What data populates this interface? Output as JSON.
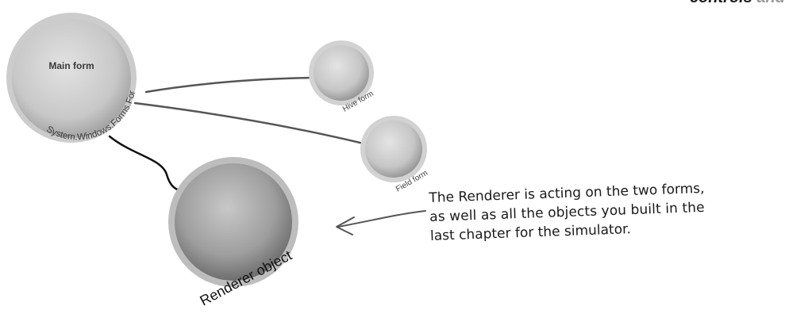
{
  "header_fragment": {
    "word1": "controls",
    "word2": "and"
  },
  "diagram": {
    "main_form": {
      "label": "Main form",
      "class_label": "System.Windows.Forms.Form"
    },
    "hive_form": {
      "label": "Hive form"
    },
    "field_form": {
      "label": "Field form"
    },
    "renderer": {
      "label": "Renderer object"
    }
  },
  "annotation": {
    "lines": [
      "The Renderer is acting on the two forms,",
      "as well as all the objects you built in the",
      "last chapter for the simulator."
    ]
  },
  "colors": {
    "ink": "#1a1a1a",
    "sphere_light": "#d6d6d6",
    "sphere_dark": "#8c8c8c"
  }
}
